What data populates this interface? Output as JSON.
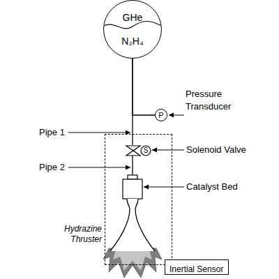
{
  "diagram": {
    "nodes": [
      {
        "text": [
          "GHe",
          "N₂H₄"
        ]
      },
      {
        "text": [
          "P"
        ]
      },
      {
        "text": [
          "Hydrazine Thruster"
        ]
      },
      {
        "text": [
          "S"
        ],
        "in": 2
      },
      {
        "text": [
          "Inertial Sensor"
        ]
      }
    ],
    "edges": [
      {
        "from": 0,
        "to": 1,
        "arrow": "none"
      },
      {
        "from": 0,
        "to": 3,
        "arrow": "none"
      }
    ],
    "labels": [
      "Pressure Transducer",
      "Pipe 1",
      "Solenoid Valve",
      "Pipe 2",
      "Catalyst Bed"
    ]
  }
}
